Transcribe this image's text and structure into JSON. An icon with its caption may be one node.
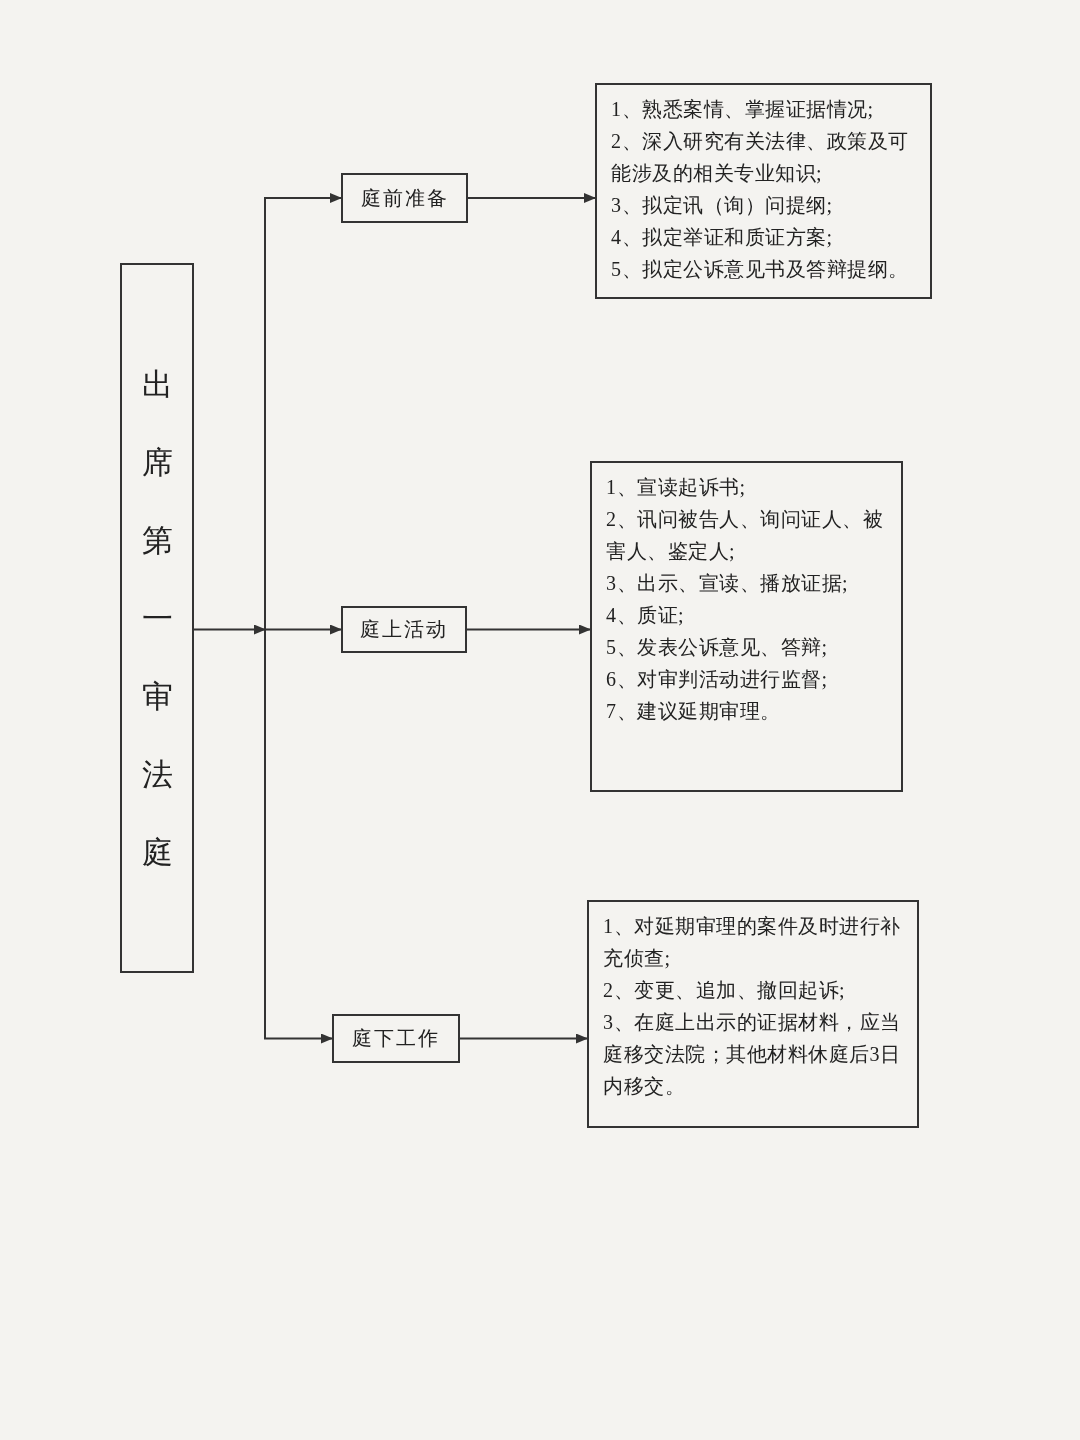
{
  "diagram": {
    "nodes": [
      {
        "text": [
          "出席第一审法庭"
        ]
      },
      {
        "text": [
          "庭前准备"
        ]
      },
      {
        "text": [
          "庭上活动"
        ]
      },
      {
        "text": [
          "庭下工作"
        ]
      },
      {
        "text": [
          "1、熟悉案情、掌握证据情况;",
          "2、深入研究有关法律、政策及可能涉及的相关专业知识;",
          "3、拟定讯（询）问提纲;",
          "4、拟定举证和质证方案;",
          "5、拟定公诉意见书及答辩提纲。"
        ]
      },
      {
        "text": [
          "1、宣读起诉书;",
          "2、讯问被告人、询问证人、被害人、鉴定人;",
          "3、出示、宣读、播放证据;",
          "4、质证;",
          "5、发表公诉意见、答辩;",
          "6、对审判活动进行监督;",
          "7、建议延期审理。"
        ]
      },
      {
        "text": [
          "1、对延期审理的案件及时进行补充侦查;",
          "2、变更、追加、撤回起诉;",
          "3、在庭上出示的证据材料，应当庭移交法院；其他材料休庭后3日内移交。"
        ]
      }
    ],
    "edges": [
      {
        "from": 0,
        "to": 1,
        "arrow": "to"
      },
      {
        "from": 0,
        "to": 2,
        "arrow": "to"
      },
      {
        "from": 0,
        "to": 3,
        "arrow": "to"
      },
      {
        "from": 1,
        "to": 4,
        "arrow": "to"
      },
      {
        "from": 2,
        "to": 5,
        "arrow": "to"
      },
      {
        "from": 3,
        "to": 6,
        "arrow": "to"
      }
    ]
  }
}
